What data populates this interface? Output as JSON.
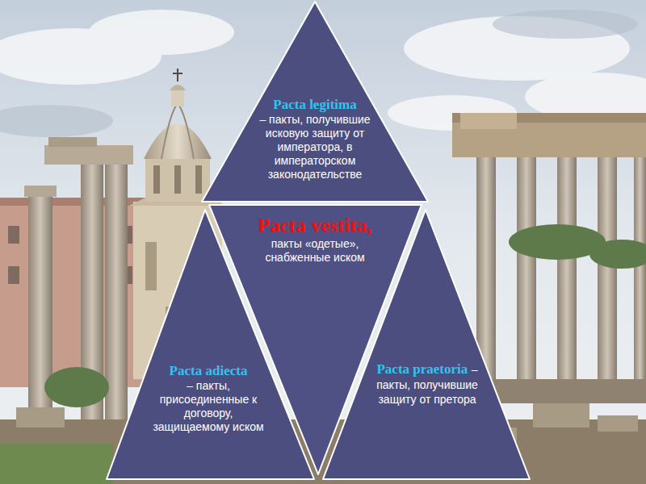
{
  "diagram": {
    "nodes": [
      {
        "text": [
          "Pacta legitima",
          "– пакты, получившие исковую защиту от императора, в императорском законодательстве"
        ]
      },
      {
        "text": [
          "Pacta vestita,",
          "пакты «одетые», снабженные иском"
        ]
      },
      {
        "text": [
          "Pacta adiecta",
          "– пакты, присоединенные к договору, защищаемому иском"
        ]
      },
      {
        "text": [
          "Pacta praetoria",
          "– пакты, получившие защиту от претора"
        ]
      }
    ]
  }
}
